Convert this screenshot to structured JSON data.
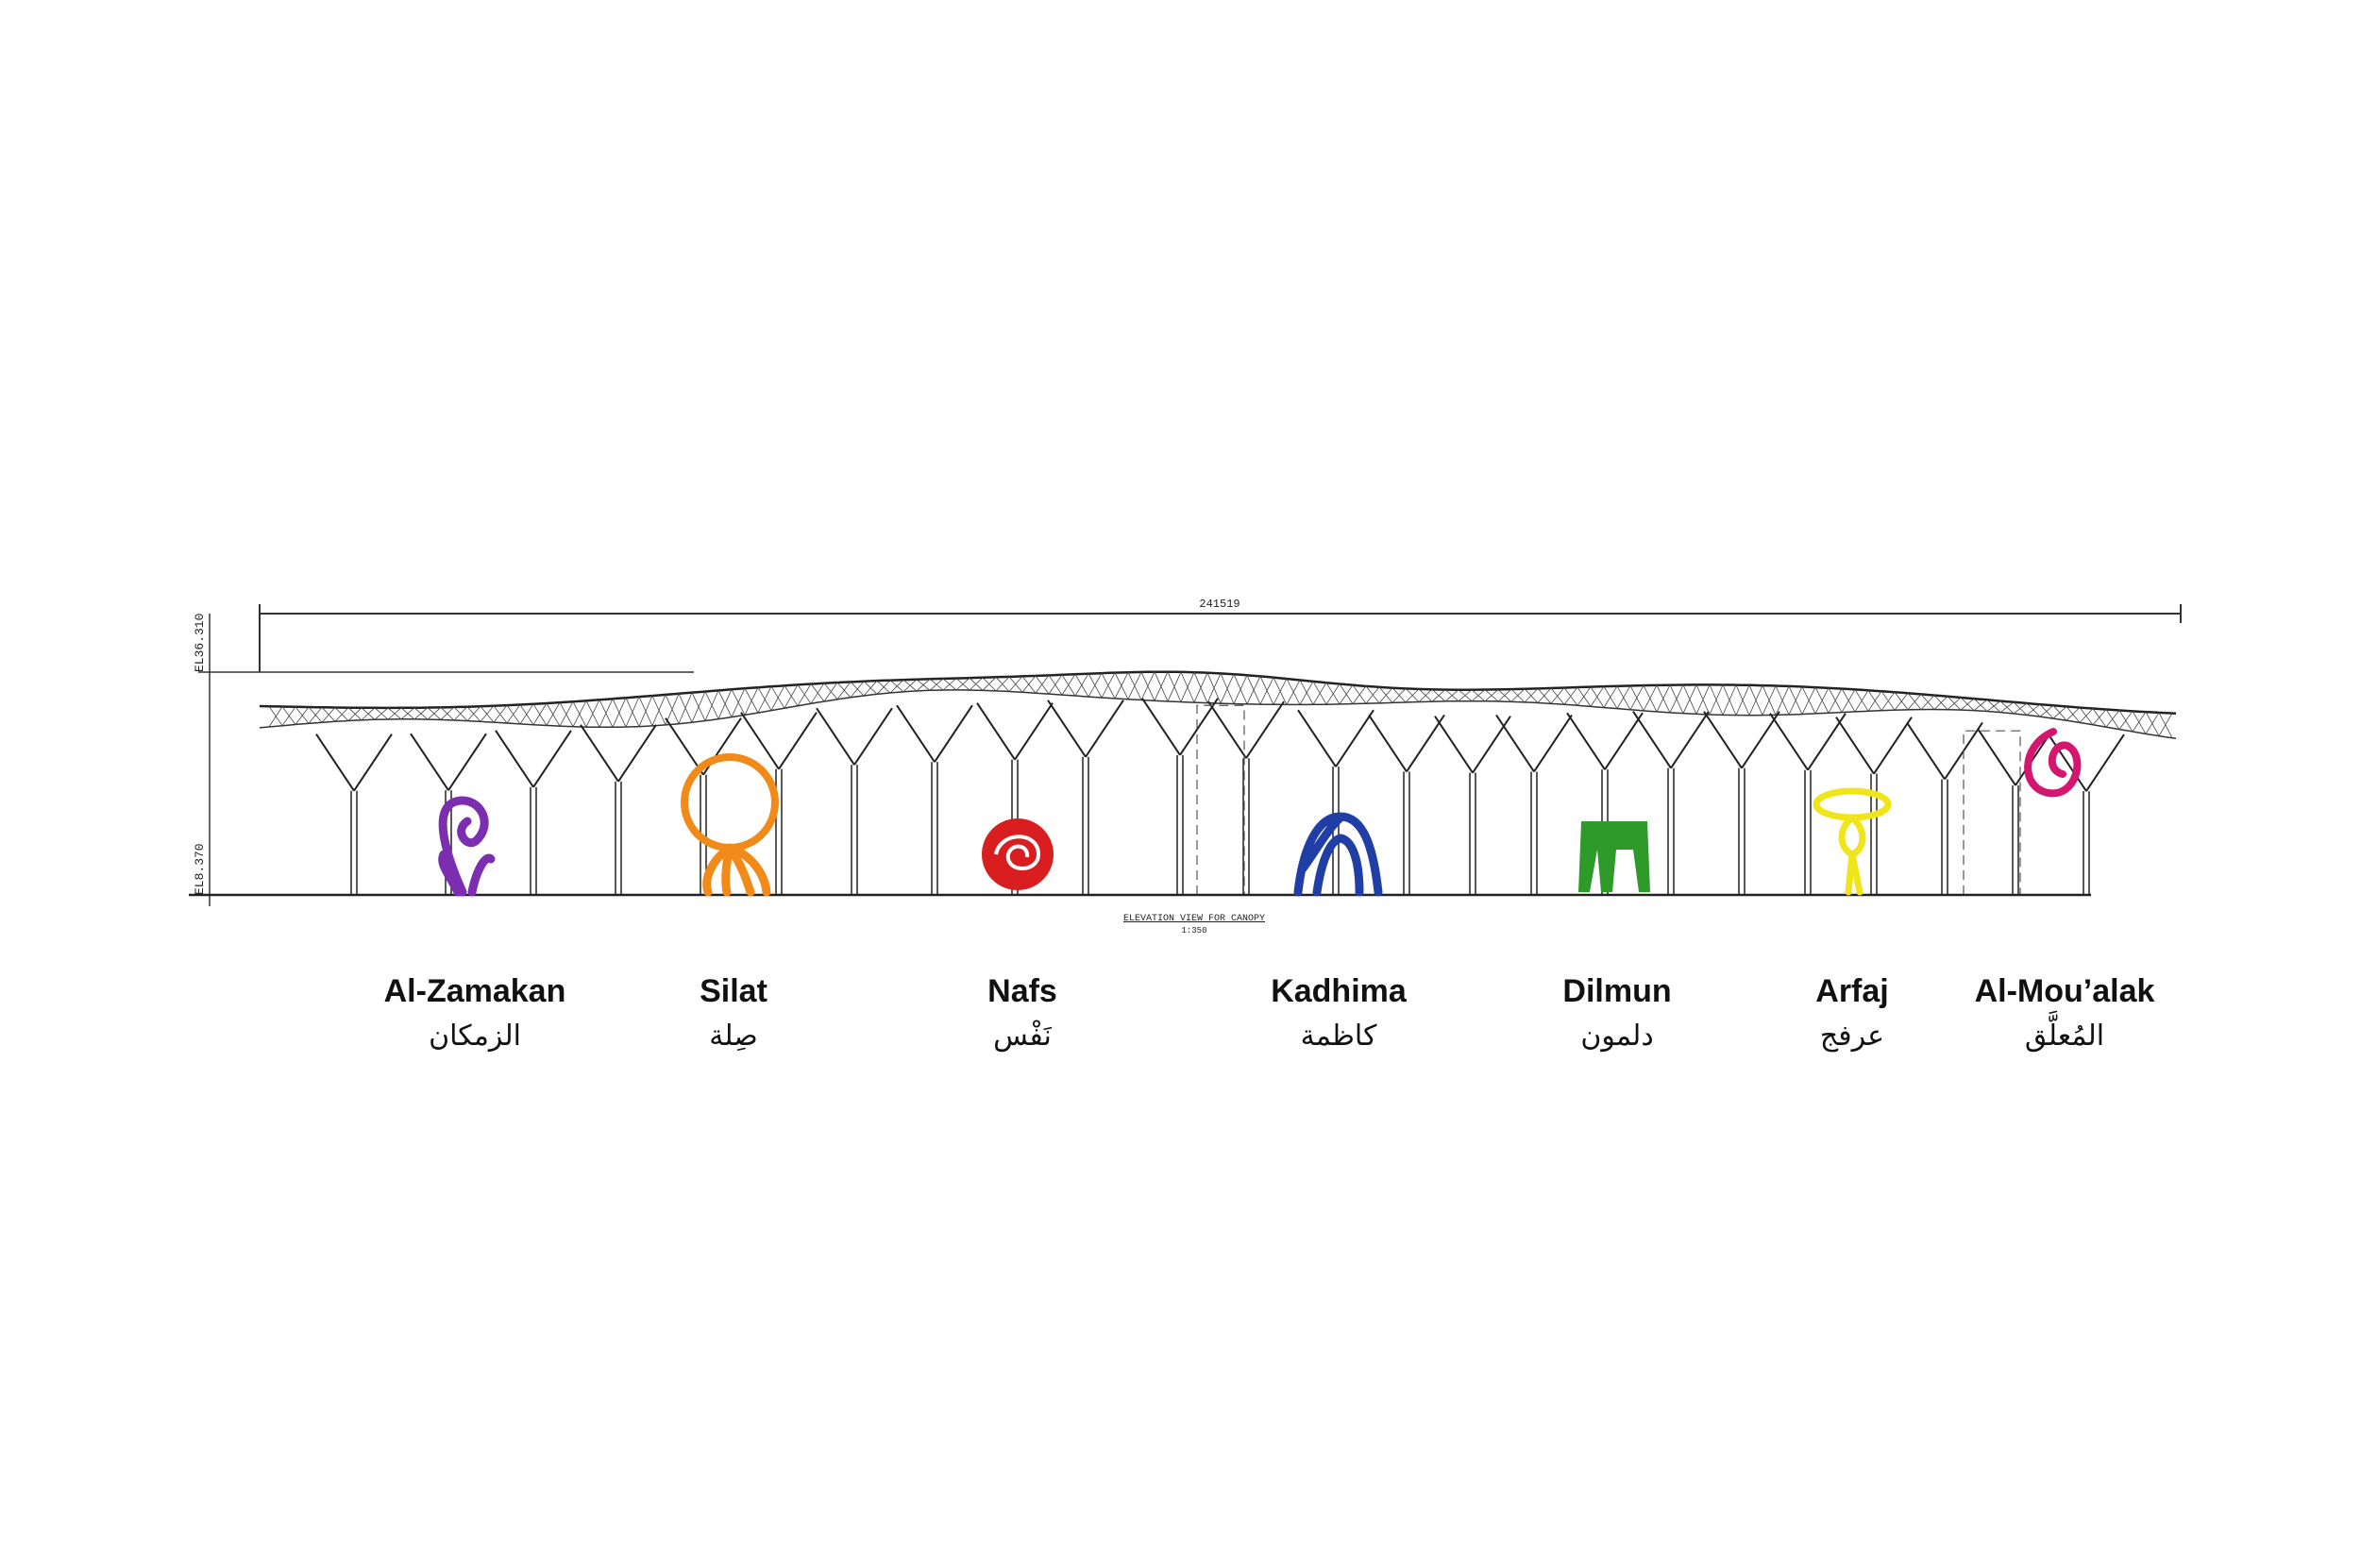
{
  "drawing": {
    "dimension": "241519",
    "elevation_top": "EL36.310",
    "elevation_bottom": "EL8.370",
    "view_title": "ELEVATION VIEW FOR CANOPY",
    "view_scale": "1:350"
  },
  "sculptures": [
    {
      "name": "Al-Zamakan",
      "arabic": "الزمكان",
      "color": "#7b2fb0"
    },
    {
      "name": "Silat",
      "arabic": "صِلة",
      "color": "#f28a1a"
    },
    {
      "name": "Nafs",
      "arabic": "نَفْس",
      "color": "#d81e1e"
    },
    {
      "name": "Kadhima",
      "arabic": "كاظمة",
      "color": "#1f3fa6"
    },
    {
      "name": "Dilmun",
      "arabic": "دلمون",
      "color": "#2e9a2a"
    },
    {
      "name": "Arfaj",
      "arabic": "عرفج",
      "color": "#f0e51a"
    },
    {
      "name": "Al-Mou’alak",
      "arabic": "المُعلَّق",
      "color": "#d4166f"
    }
  ]
}
